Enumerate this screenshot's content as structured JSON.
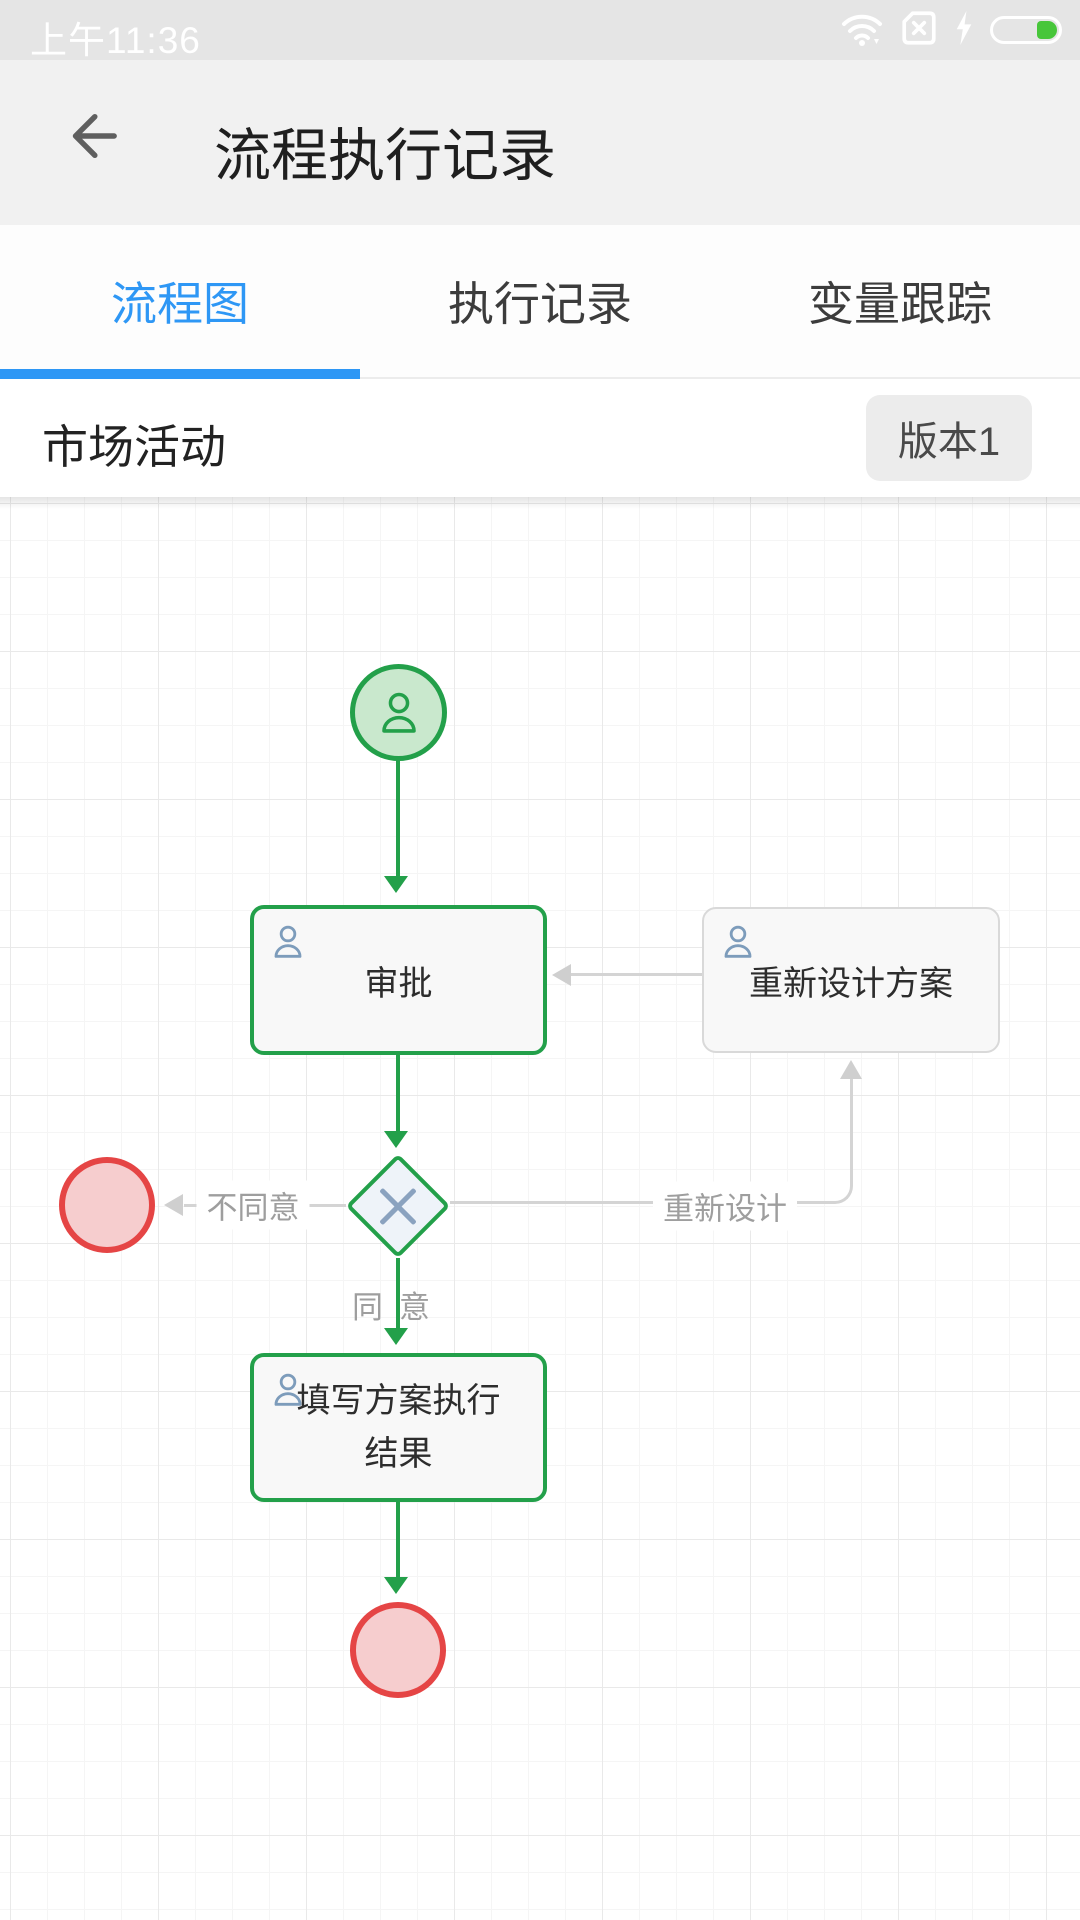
{
  "status_bar": {
    "time": "上午11:36",
    "icons": [
      "wifi-icon",
      "sim-missing-icon",
      "charging-icon",
      "battery-icon"
    ]
  },
  "header": {
    "title": "流程执行记录"
  },
  "tabs": [
    {
      "label": "流程图",
      "active": true
    },
    {
      "label": "执行记录",
      "active": false
    },
    {
      "label": "变量跟踪",
      "active": false
    }
  ],
  "process": {
    "name": "市场活动",
    "version_label": "版本1"
  },
  "flowchart": {
    "nodes": [
      {
        "id": "start",
        "type": "start-event",
        "label": ""
      },
      {
        "id": "approve",
        "type": "user-task",
        "label": "审批"
      },
      {
        "id": "redesign",
        "type": "user-task",
        "label": "重新设计方案"
      },
      {
        "id": "gateway",
        "type": "exclusive-gateway",
        "label": ""
      },
      {
        "id": "end-disagree",
        "type": "end-event",
        "label": ""
      },
      {
        "id": "fill-result",
        "type": "user-task",
        "label": "填写方案执行结果"
      },
      {
        "id": "end",
        "type": "end-event",
        "label": ""
      }
    ],
    "edges": [
      {
        "from": "start",
        "to": "approve",
        "label": ""
      },
      {
        "from": "redesign",
        "to": "approve",
        "label": ""
      },
      {
        "from": "approve",
        "to": "gateway",
        "label": ""
      },
      {
        "from": "gateway",
        "to": "end-disagree",
        "label": "不同意"
      },
      {
        "from": "gateway",
        "to": "redesign",
        "label": "重新设计"
      },
      {
        "from": "gateway",
        "to": "fill-result",
        "label": "同意"
      },
      {
        "from": "fill-result",
        "to": "end",
        "label": ""
      }
    ]
  },
  "colors": {
    "accent_blue": "#2e97f5",
    "flow_green": "#23a04a",
    "flow_green_fill": "#c9e8cd",
    "flow_red": "#e54545",
    "flow_red_fill": "#f6cdce",
    "gray_line": "#d4d4d4",
    "edge_label_gray": "#9e9e9e",
    "person_icon": "#7d9cbb",
    "gateway_fill": "#eef3f9",
    "gateway_x": "#8aa2bf",
    "battery_green": "#47c63a"
  }
}
